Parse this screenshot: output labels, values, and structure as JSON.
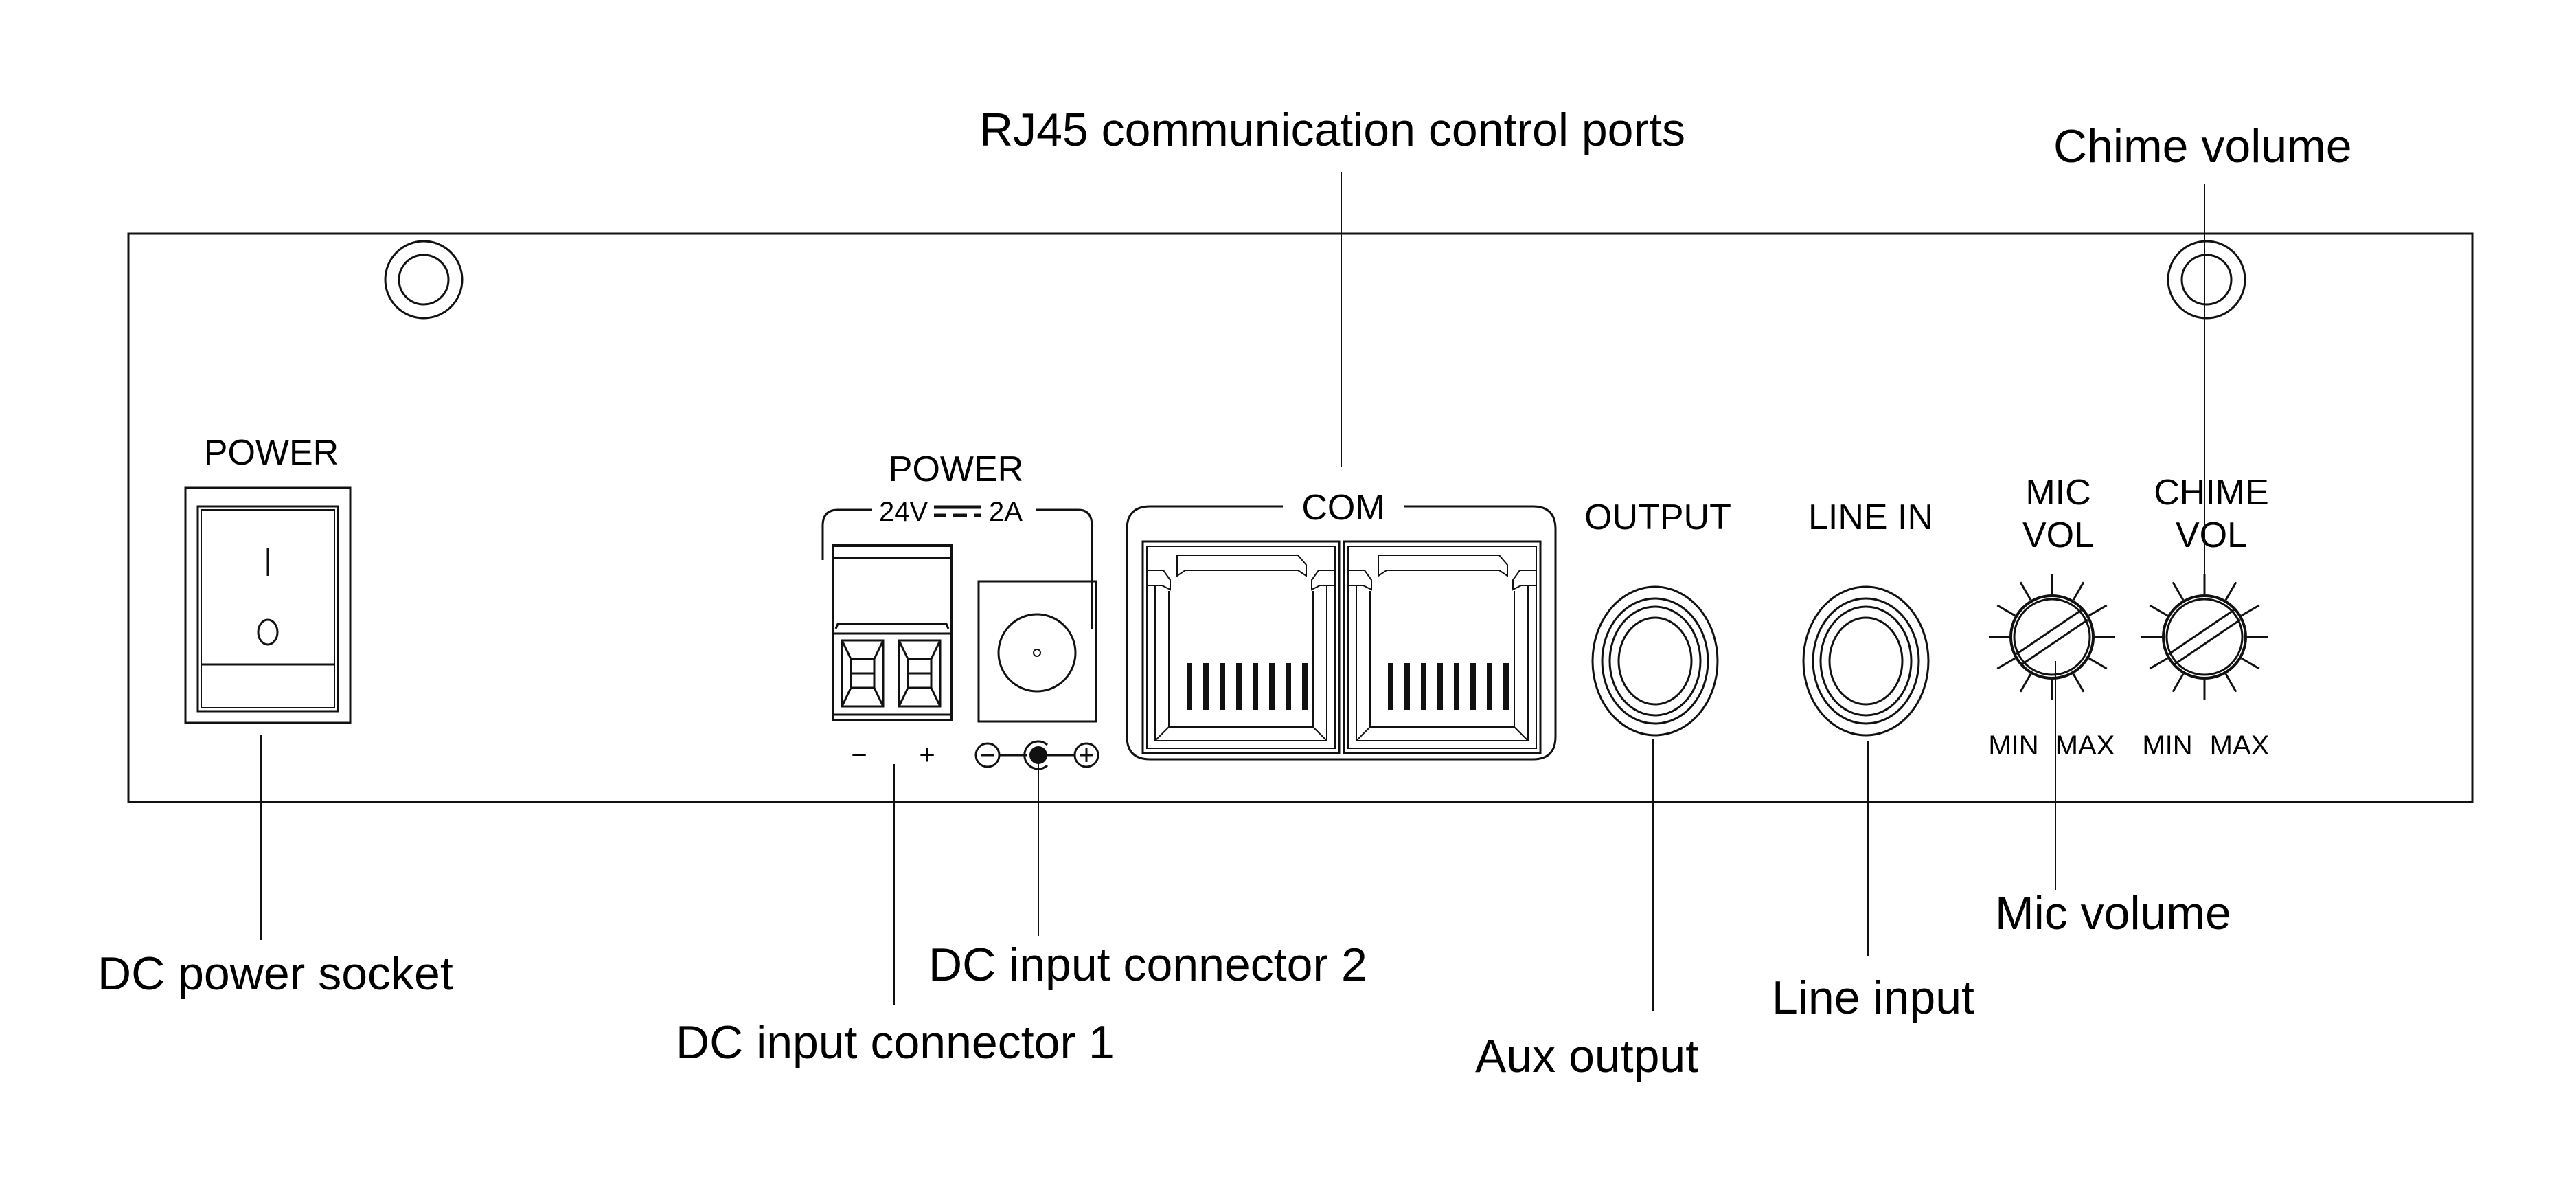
{
  "diagram": {
    "title": "Rear panel connections",
    "stroke_color": "#111111",
    "background": "#ffffff"
  },
  "callouts": {
    "rj45": "RJ45 communication control ports",
    "chime_volume": "Chime volume",
    "dc_power_socket": "DC power socket",
    "dc_input_1": "DC input connector 1",
    "dc_input_2": "DC input connector 2",
    "aux_output": "Aux output",
    "line_input": "Line input",
    "mic_volume": "Mic volume"
  },
  "panel": {
    "power_switch_label": "POWER",
    "switch_on_symbol": "|",
    "switch_off_symbol": "O",
    "dc_power_label": "POWER",
    "dc_rating_voltage": "24V",
    "dc_rating_current": "2A",
    "terminal_minus": "−",
    "terminal_plus": "+",
    "com_label": "COM",
    "rj45_pin_count": 8,
    "output_label": "OUTPUT",
    "line_in_label": "LINE IN",
    "mic_vol_label_1": "MIC",
    "mic_vol_label_2": "VOL",
    "chime_vol_label_1": "CHIME",
    "chime_vol_label_2": "VOL",
    "min_label": "MIN",
    "max_label": "MAX"
  }
}
